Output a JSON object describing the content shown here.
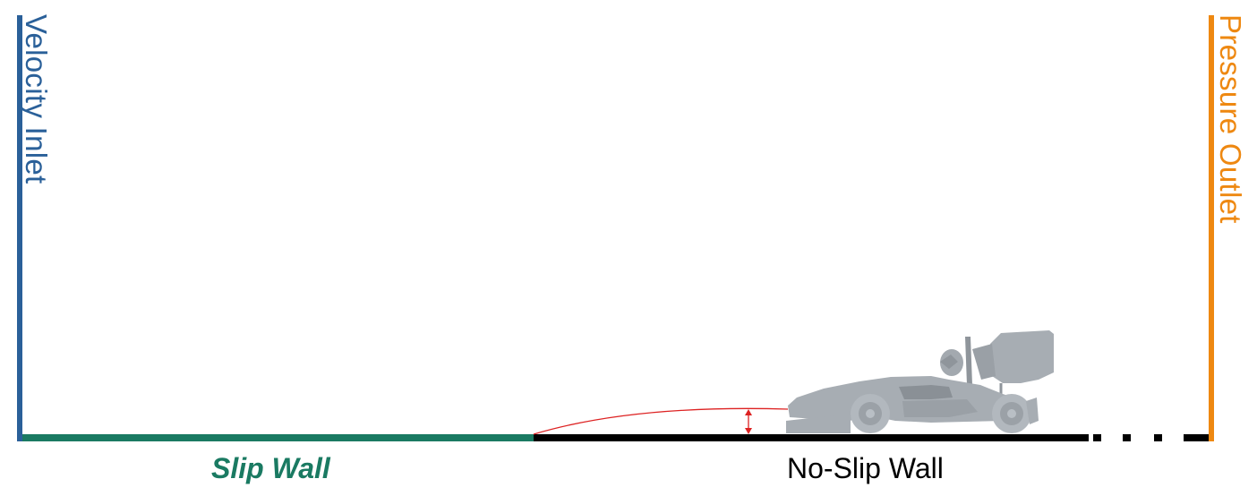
{
  "labels": {
    "inlet": "Velocity Inlet",
    "outlet": "Pressure Outlet",
    "slip_wall": "Slip Wall",
    "no_slip_wall": "No-Slip Wall"
  },
  "colors": {
    "inlet": "#2a6099",
    "outlet": "#ee8811",
    "slip_wall": "#1a7a62",
    "no_slip_wall": "#000000",
    "boundary_layer": "#dd2222",
    "car_body": "#a7adb3"
  },
  "icons": {
    "vehicle": "formula-student-car-icon",
    "gap_marker": "double-arrow-icon"
  }
}
